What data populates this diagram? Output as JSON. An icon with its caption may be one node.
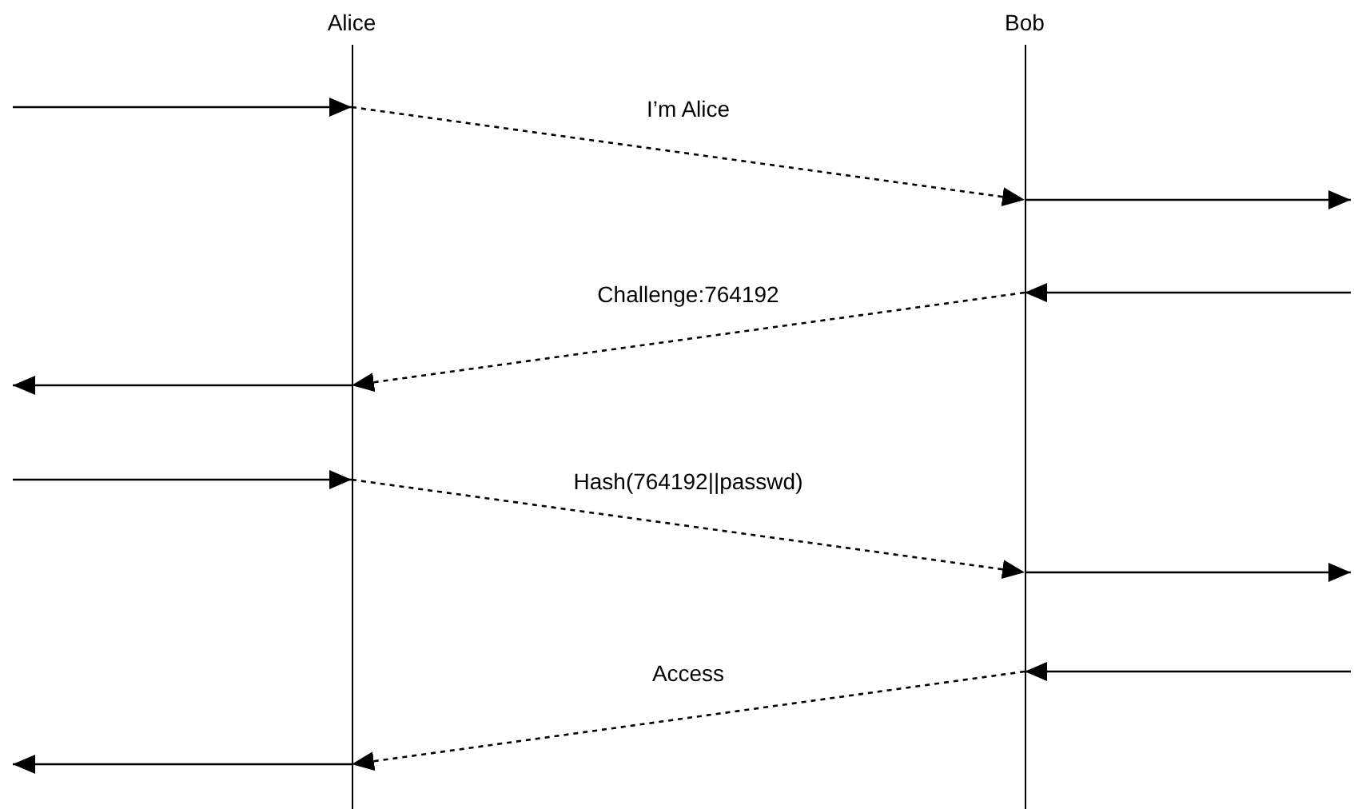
{
  "diagram": {
    "nodes": [
      {
        "text": [
          "Alice"
        ]
      },
      {
        "text": [
          "Bob"
        ]
      }
    ],
    "edges": [
      {
        "from": null,
        "to": 0,
        "arrow": "to"
      },
      {
        "from": 0,
        "to": 1,
        "arrow": "to",
        "label": "I’m Alice",
        "style": "dashed"
      },
      {
        "from": 1,
        "to": null,
        "arrow": "to"
      },
      {
        "from": null,
        "to": 1,
        "arrow": "to"
      },
      {
        "from": 1,
        "to": 0,
        "arrow": "to",
        "label": "Challenge:764192",
        "style": "dashed"
      },
      {
        "from": 0,
        "to": null,
        "arrow": "to"
      },
      {
        "from": null,
        "to": 0,
        "arrow": "to"
      },
      {
        "from": 0,
        "to": 1,
        "arrow": "to",
        "label": "Hash(764192||passwd)",
        "style": "dashed"
      },
      {
        "from": 1,
        "to": null,
        "arrow": "to"
      },
      {
        "from": null,
        "to": 1,
        "arrow": "to"
      },
      {
        "from": 1,
        "to": 0,
        "arrow": "to",
        "label": "Access",
        "style": "dashed"
      },
      {
        "from": 0,
        "to": null,
        "arrow": "to"
      }
    ]
  }
}
